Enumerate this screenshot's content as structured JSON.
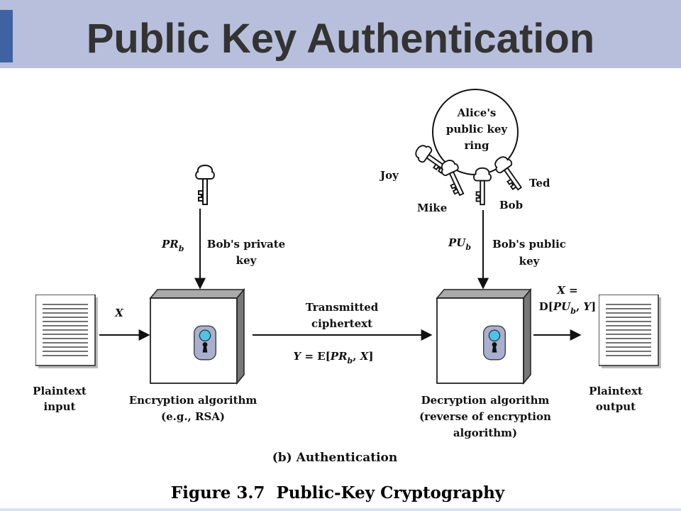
{
  "header": {
    "title": "Public Key Authentication"
  },
  "diagram": {
    "plaintext_input": {
      "line1": "Plaintext",
      "line2": "input"
    },
    "plaintext_output": {
      "line1": "Plaintext",
      "line2": "output"
    },
    "x_input": "X",
    "private_key": {
      "symbol": "PR",
      "sub": "b",
      "line1": "Bob's private",
      "line2": "key"
    },
    "public_key": {
      "symbol": "PU",
      "sub": "b",
      "line1": "Bob's public",
      "line2": "key"
    },
    "encryption": {
      "line1": "Encryption algorithm",
      "line2": "(e.g., RSA)"
    },
    "decryption": {
      "line1": "Decryption algorithm",
      "line2": "(reverse of encryption",
      "line3": "algorithm)"
    },
    "transmitted": {
      "line1": "Transmitted",
      "line2": "ciphertext"
    },
    "y_eq": {
      "a": "Y",
      "b": " = E[",
      "c": "PR",
      "d": "b",
      "e": ", ",
      "f": "X",
      "g": "]"
    },
    "x_out": {
      "top": "X =",
      "a": "D[",
      "b": "PU",
      "c": "b",
      "d": ", ",
      "e": "Y",
      "f": "]"
    },
    "key_ring": {
      "line1": "Alice's",
      "line2": "public key",
      "line3": "ring",
      "names": {
        "joy": "Joy",
        "mike": "Mike",
        "bob": "Bob",
        "ted": "Ted"
      }
    },
    "subcaption": "(b) Authentication",
    "figure_title": "Figure 3.7  Public-Key Cryptography"
  }
}
